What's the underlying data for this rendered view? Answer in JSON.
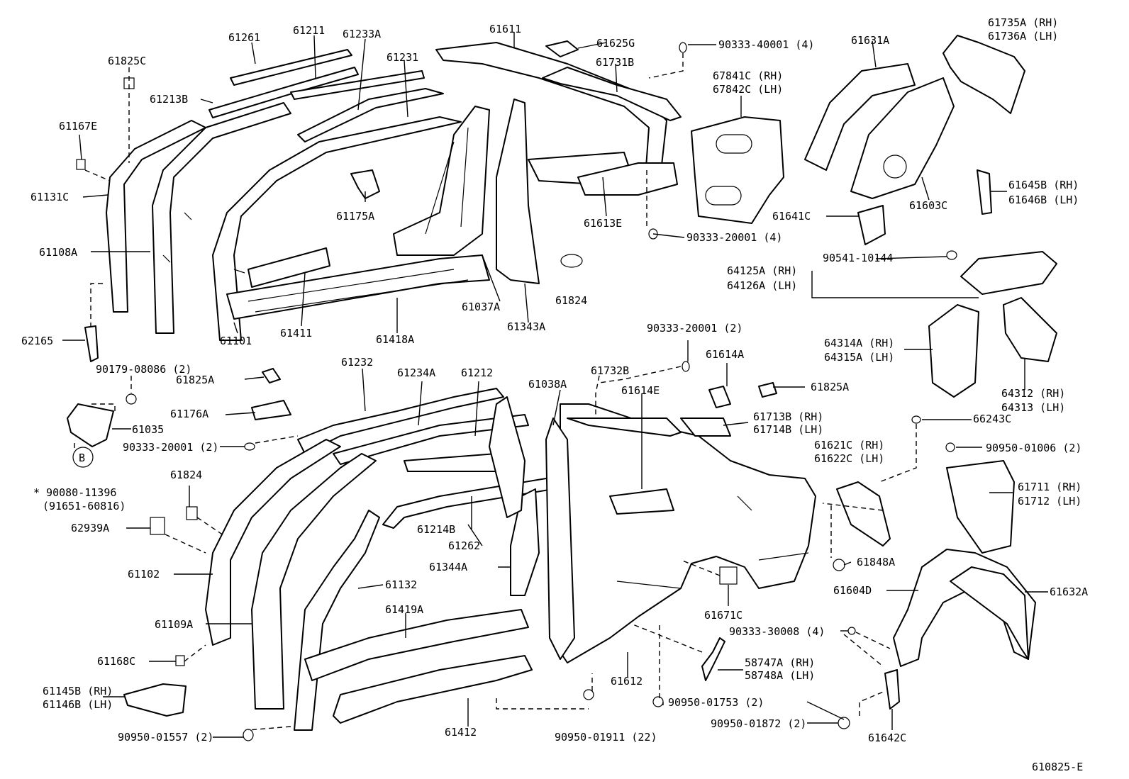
{
  "diagram_code": "610825-E",
  "labels": {
    "l61261": "61261",
    "l61211": "61211",
    "l61233A": "61233A",
    "l61611": "61611",
    "l61625G": "61625G",
    "l90333_40001": "90333-40001 (4)",
    "l61631A": "61631A",
    "l61735A": "61735A (RH)",
    "l61736A": "61736A (LH)",
    "l61825C": "61825C",
    "l61231": "61231",
    "l61731B": "61731B",
    "l67841C": "67841C (RH)",
    "l67842C": "67842C (LH)",
    "l61213B": "61213B",
    "l61167E": "61167E",
    "l61131C": "61131C",
    "l61175A": "61175A",
    "l61613E": "61613E",
    "l61603C": "61603C",
    "l61645B": "61645B (RH)",
    "l61646B": "61646B (LH)",
    "l61641C": "61641C",
    "l90333_20001a": "90333-20001 (4)",
    "l61108A": "61108A",
    "l90541_10144": "90541-10144",
    "l64125A": "64125A (RH)",
    "l64126A": "64126A (LH)",
    "l61824a": "61824",
    "l61037A": "61037A",
    "l61343A": "61343A",
    "l61411": "61411",
    "l61418A": "61418A",
    "l61101": "61101",
    "l62165": "62165",
    "l64314A": "64314A (RH)",
    "l64315A": "64315A (LH)",
    "l90333_20001b": "90333-20001 (2)",
    "l61232": "61232",
    "l61234A": "61234A",
    "l61212": "61212",
    "l61038A": "61038A",
    "l61732B": "61732B",
    "l61614A": "61614A",
    "l61614E": "61614E",
    "l61825B": "61825A",
    "l64312": "64312 (RH)",
    "l64313": "64313 (LH)",
    "l90179_08086": "90179-08086 (2)",
    "l61825A": "61825A",
    "l61176A": "61176A",
    "l61035": "61035",
    "l61713B": "61713B (RH)",
    "l61714B": "61714B (LH)",
    "l66243C": "66243C",
    "l90333_20001c": "90333-20001 (2)",
    "l61621C": "61621C (RH)",
    "l61622C": "61622C (LH)",
    "l90950_01006": "90950-01006 (2)",
    "l90080": "* 90080-11396",
    "l91651": "(91651-60816)",
    "l61824b": "61824",
    "l61711": "61711 (RH)",
    "l61712": "61712 (LH)",
    "l62939A": "62939A",
    "l61214B": "61214B",
    "l61262": "61262",
    "l61102": "61102",
    "l61344A": "61344A",
    "l61848A": "61848A",
    "l61132": "61132",
    "l61604D": "61604D",
    "l61632A": "61632A",
    "l61671C": "61671C",
    "l61419A": "61419A",
    "l61109A": "61109A",
    "l90333_30008": "90333-30008 (4)",
    "l61168C": "61168C",
    "l58747A": "58747A (RH)",
    "l58748A": "58748A (LH)",
    "l61612": "61612",
    "l61145B": "61145B (RH)",
    "l61146B": "61146B (LH)",
    "l90950_01753": "90950-01753 (2)",
    "l90950_01872": "90950-01872 (2)",
    "l61412": "61412",
    "l90950_01557": "90950-01557 (2)",
    "l90950_01911": "90950-01911 (22)",
    "l61642C": "61642C",
    "bubble_b": "B"
  }
}
